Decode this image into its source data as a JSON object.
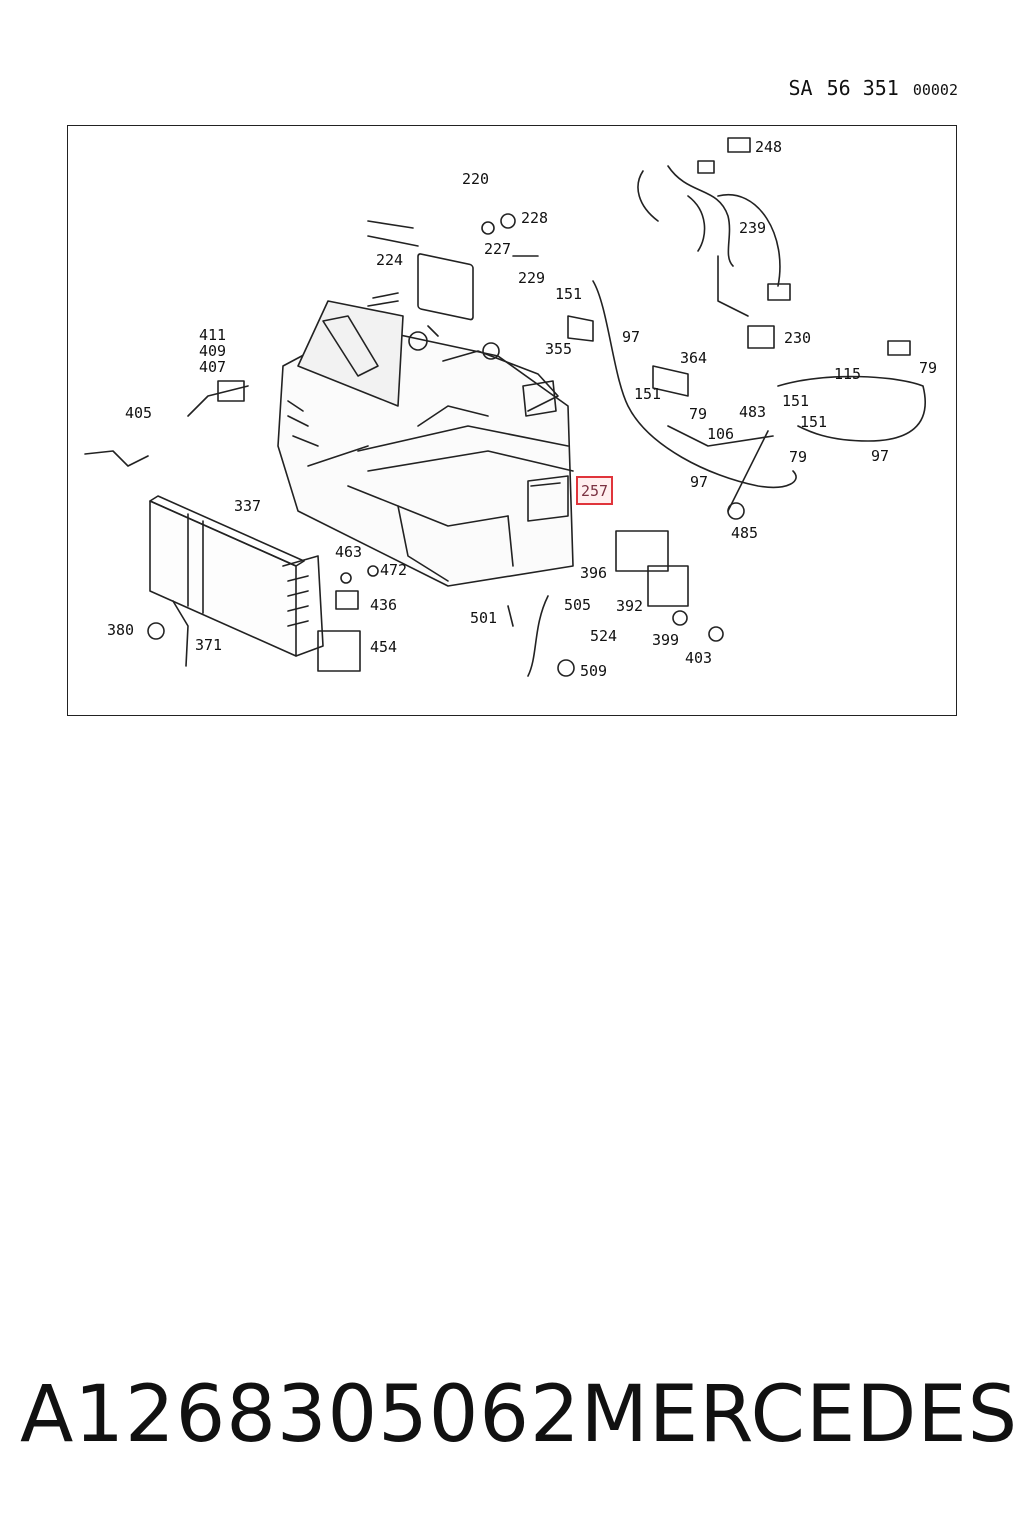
{
  "header": {
    "prefix": "SA",
    "number": "56 351",
    "sequence": "00002"
  },
  "diagram": {
    "callouts": [
      "248",
      "220",
      "228",
      "227",
      "224",
      "229",
      "239",
      "151",
      "97",
      "355",
      "230",
      "411",
      "409",
      "407",
      "364",
      "115",
      "79",
      "405",
      "151",
      "483",
      "151",
      "79",
      "106",
      "151",
      "79",
      "97",
      "97",
      "257",
      "337",
      "485",
      "463",
      "472",
      "396",
      "436",
      "505",
      "392",
      "501",
      "524",
      "380",
      "371",
      "454",
      "399",
      "509",
      "403"
    ],
    "highlighted_part": "257"
  },
  "footer": {
    "part_number": "A1268305062",
    "brand": "MERCEDES"
  }
}
